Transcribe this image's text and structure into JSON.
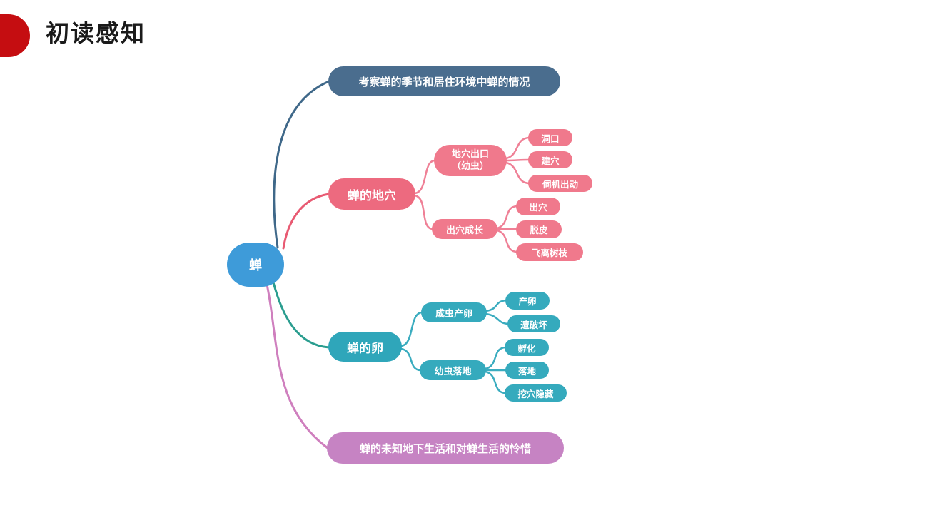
{
  "slide": {
    "title": "初读感知"
  },
  "colors": {
    "accent_red": "#c50d11",
    "title_text": "#1a1a1a",
    "root_blue": "#3e9bd9",
    "branch_overview_slate": "#4a6d8e",
    "branch_burrow_pink": "#ed6a7f",
    "branch_burrow_sub_pink": "#f0798c",
    "branch_egg_teal": "#2fa6ba",
    "branch_egg_sub_teal": "#35aabd",
    "branch_egg_curve_teal": "#2a9d8f",
    "branch_feeling_purple": "#c683c3",
    "node_text": "#ffffff"
  },
  "mindmap": {
    "root": {
      "label": "蝉"
    },
    "branches": [
      {
        "label": "考察蝉的季节和居住环境中蝉的情况"
      },
      {
        "label": "蝉的地穴",
        "children": [
          {
            "label": "地穴出口\n（幼虫）",
            "children": [
              {
                "label": "洞口"
              },
              {
                "label": "建穴"
              },
              {
                "label": "伺机出动"
              }
            ]
          },
          {
            "label": "出穴成长",
            "children": [
              {
                "label": "出穴"
              },
              {
                "label": "脱皮"
              },
              {
                "label": "飞离树枝"
              }
            ]
          }
        ]
      },
      {
        "label": "蝉的卵",
        "children": [
          {
            "label": "成虫产卵",
            "children": [
              {
                "label": "产卵"
              },
              {
                "label": "遭破坏"
              }
            ]
          },
          {
            "label": "幼虫落地",
            "children": [
              {
                "label": "孵化"
              },
              {
                "label": "落地"
              },
              {
                "label": "挖穴隐藏"
              }
            ]
          }
        ]
      },
      {
        "label": "蝉的未知地下生活和对蝉生活的怜惜"
      }
    ]
  }
}
